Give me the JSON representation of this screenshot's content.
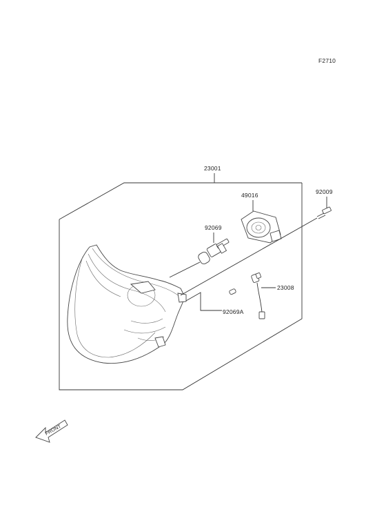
{
  "figure_code": "F2710",
  "front_label": "FRONT",
  "parts": {
    "headlight_assembly": "23001",
    "bolt": "92009",
    "bulb_cover": "49016",
    "main_bulb": "92069",
    "position_socket": "23008",
    "position_bulb": "92069A"
  },
  "colors": {
    "line": "#333333",
    "background": "#ffffff"
  }
}
